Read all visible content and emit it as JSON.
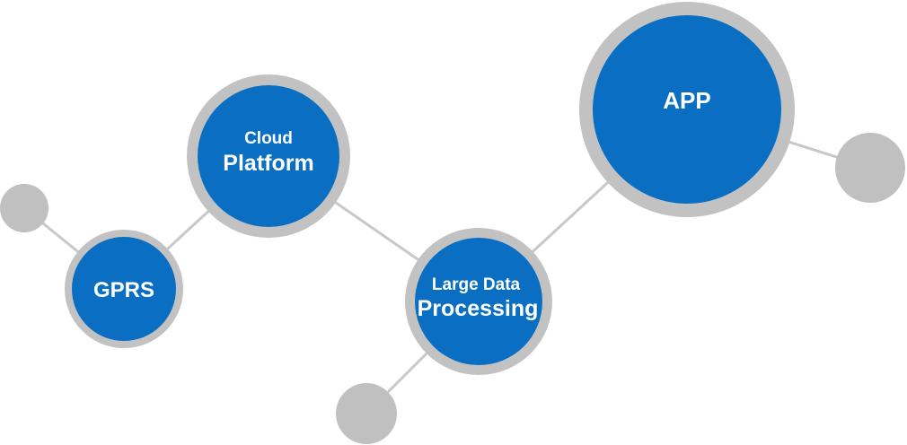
{
  "colors": {
    "node_fill": "#0a6fc2",
    "node_ring": "#c2c2c2",
    "connector": "#c8c8c8",
    "dot": "#c0c0c0",
    "text": "#ffffff"
  },
  "nodes": {
    "gprs": {
      "line1": "GPRS"
    },
    "cloud": {
      "line1": "Cloud",
      "line2": "Platform"
    },
    "data": {
      "line1": "Large Data",
      "line2": "Processing"
    },
    "app": {
      "line1": "APP"
    }
  }
}
